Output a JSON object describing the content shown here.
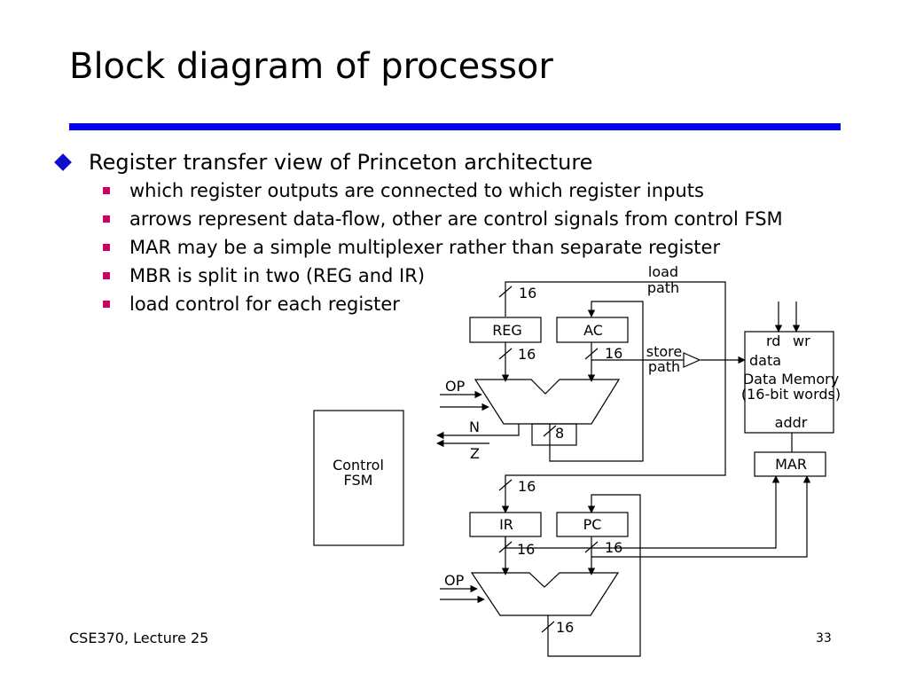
{
  "slide": {
    "title": "Block diagram of processor",
    "bullet": "Register transfer view of Princeton architecture",
    "sub_bullets": [
      "which register outputs are connected to which register inputs",
      "arrows represent data-flow, other are control signals from control FSM",
      "MAR may be a simple multiplexer rather than separate register",
      "MBR is split in two (REG and IR)",
      "load control for each register"
    ],
    "footer_left": "CSE370, Lecture 25",
    "page_number": "33"
  },
  "diagram": {
    "blocks": {
      "reg": "REG",
      "ac": "AC",
      "ir": "IR",
      "pc": "PC",
      "mar": "MAR",
      "control_line1": "Control",
      "control_line2": "FSM",
      "memory_rd": "rd",
      "memory_wr": "wr",
      "memory_data": "data",
      "memory_name": "Data Memory",
      "memory_words": "(16-bit words)",
      "memory_addr": "addr"
    },
    "labels": {
      "load_path_1": "load",
      "load_path_2": "path",
      "store_path_1": "store",
      "store_path_2": "path",
      "op_upper": "OP",
      "op_lower": "OP",
      "n_flag": "N",
      "z_flag": "Z"
    },
    "bus_widths": {
      "reg_in": "16",
      "reg_out": "16",
      "ac_out": "16",
      "alu_out": "8",
      "ir_in": "16",
      "ir_out": "16",
      "pc_out": "16",
      "adder_out": "16"
    }
  }
}
